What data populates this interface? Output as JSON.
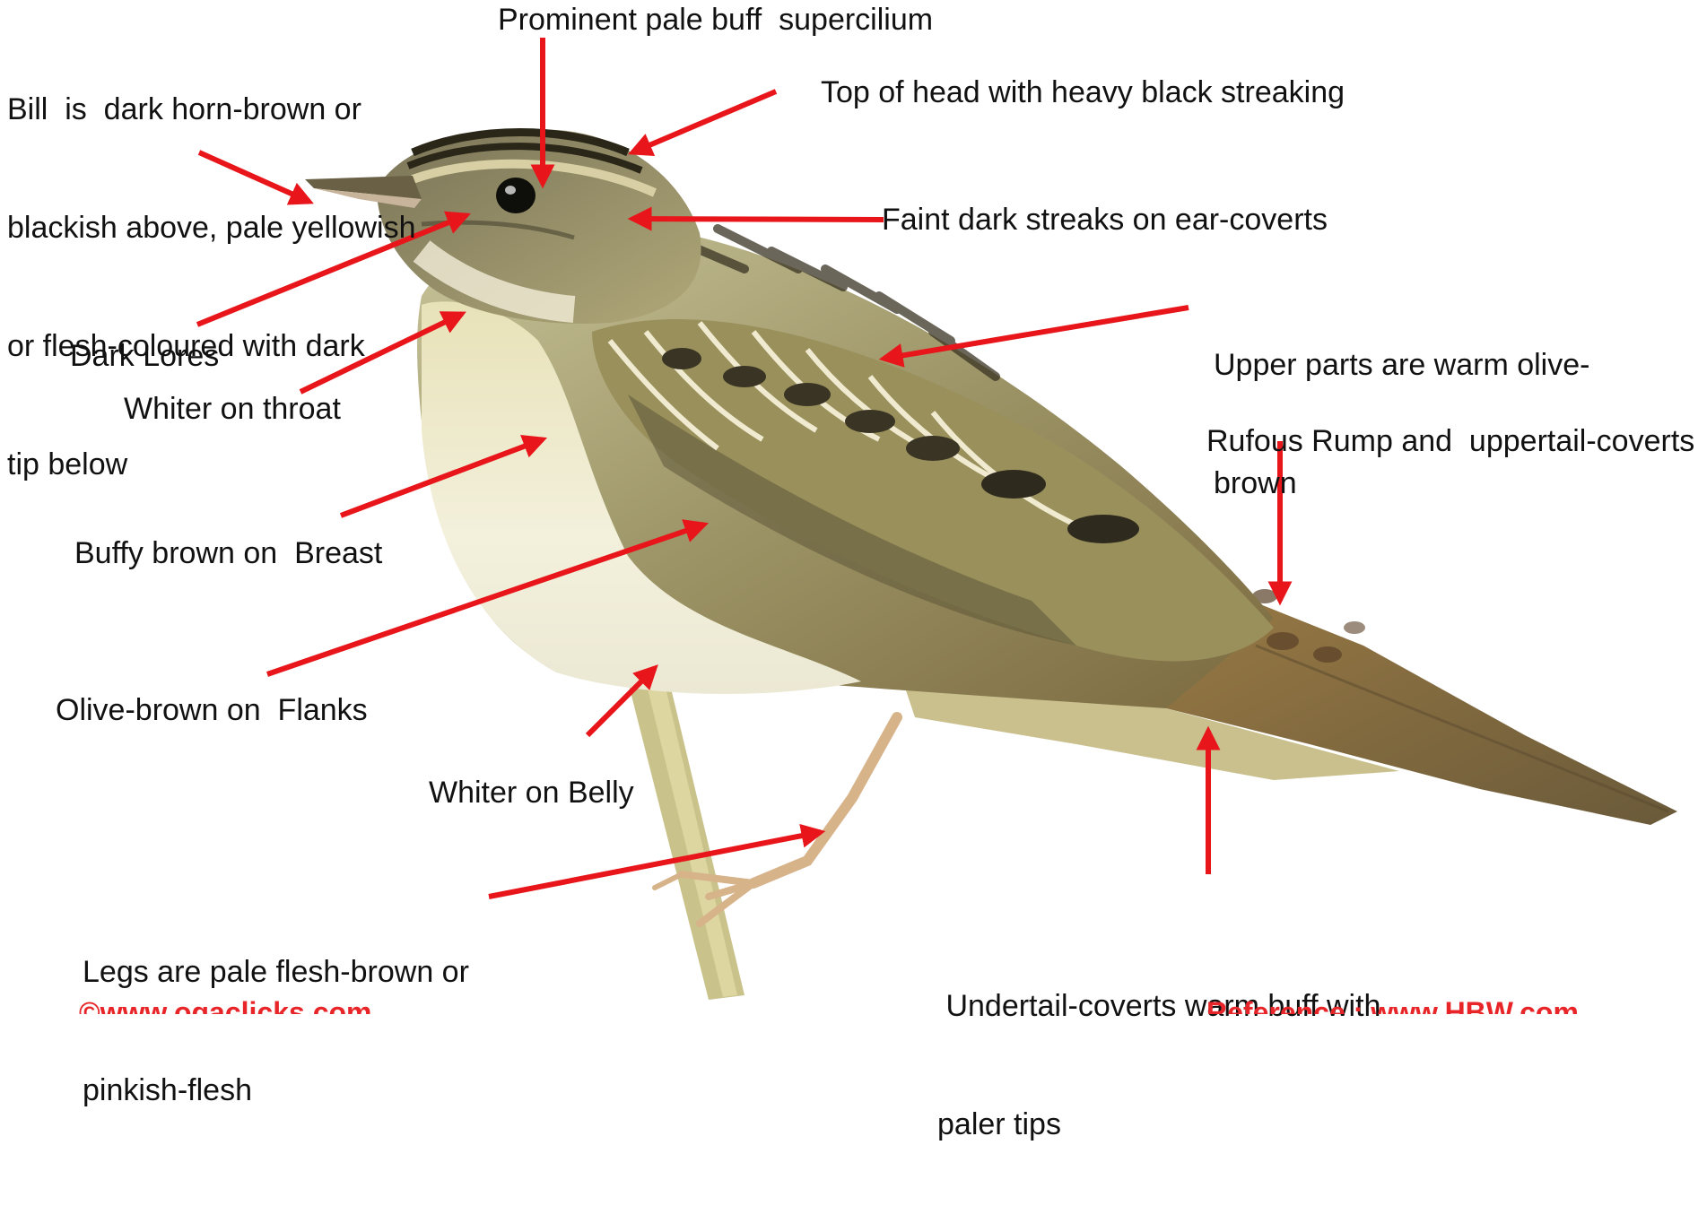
{
  "labels": {
    "bill": [
      "Bill  is  dark horn-brown or",
      "blackish above, pale yellowish",
      "or flesh-coloured with dark",
      "tip below"
    ],
    "supercilium": "Prominent pale buff  supercilium",
    "crown": "Top of head with heavy black streaking",
    "ear_coverts": "Faint dark streaks on ear-coverts",
    "upper_parts": [
      "Upper parts are warm olive-",
      "brown"
    ],
    "lores": "Dark Lores",
    "throat": "Whiter on throat",
    "rump": "Rufous Rump and  uppertail-coverts",
    "breast": "Buffy brown on  Breast",
    "flanks": "Olive-brown on  Flanks",
    "belly": "Whiter on Belly",
    "legs": [
      "Legs are pale flesh-brown or",
      "pinkish-flesh"
    ],
    "undertail": [
      " Undertail-coverts warm buff with",
      "paler tips"
    ]
  },
  "credits": {
    "left": "©www.ogaclicks.com",
    "right": "Reference : www.HBW.com"
  },
  "colors": {
    "arrow": "#e8161b",
    "credit": "#e8262a",
    "text": "#111111"
  }
}
